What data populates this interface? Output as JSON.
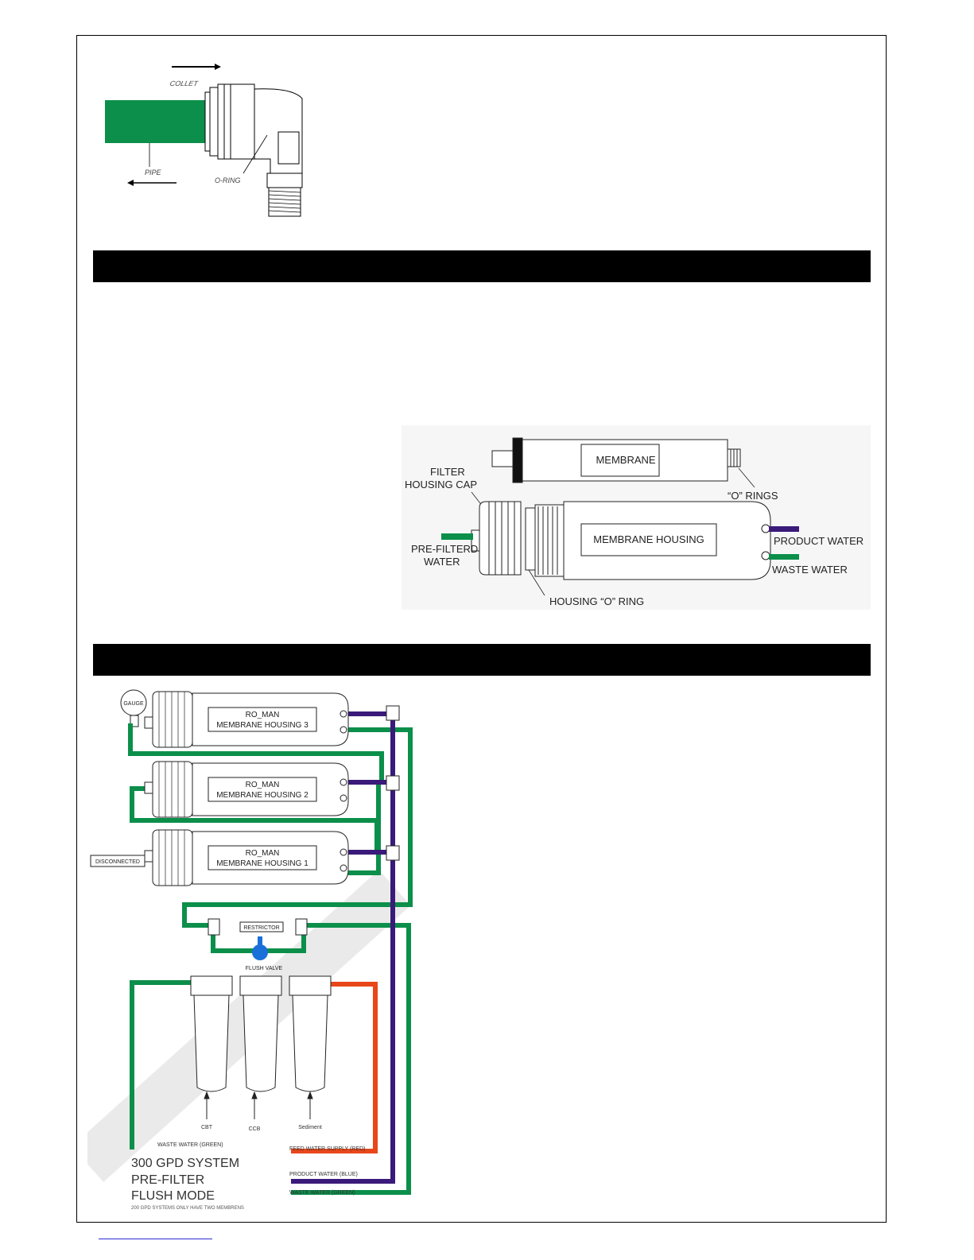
{
  "fitting": {
    "labels": [
      "COLLET",
      "PIPE",
      "O-RING"
    ],
    "colors": {
      "pipe": "#0b8f4a"
    }
  },
  "membrane_diagram": {
    "membrane": "MEMBRANE",
    "o_rings": "“O” RINGS",
    "cap_line1": "FILTER",
    "cap_line2": "HOUSING CAP",
    "housing": "MEMBRANE HOUSING",
    "product_water": "PRODUCT WATER",
    "waste_water": "WASTE WATER",
    "prefiltered_line1": "PRE-FILTERD",
    "prefiltered_line2": "WATER",
    "housing_o_ring": "HOUSING “O” RING",
    "colors": {
      "product": "#3a1a7a",
      "waste": "#0b8f4a"
    }
  },
  "system_diagram": {
    "gauge": "GAUGE",
    "disconnected": "DISCONNECTED",
    "housings": [
      {
        "line1": "RO_MAN",
        "line2": "MEMBRANE HOUSING 3"
      },
      {
        "line1": "RO_MAN",
        "line2": "MEMBRANE HOUSING 2"
      },
      {
        "line1": "RO_MAN",
        "line2": "MEMBRANE HOUSING 1"
      }
    ],
    "restrictor": "RESTRICTOR",
    "flush_valve": "FLUSH VALVE",
    "filters": [
      "CBT",
      "CCB",
      "Sediment"
    ],
    "legend": {
      "waste_top": "WASTE WATER (GREEN)",
      "feed": "FEED WATER SUPPLY (RED)",
      "product": "PRODUCT WATER (BLUE)",
      "waste": "WASTE WATER (GREEN)"
    },
    "title_line1": "300 GPD SYSTEM",
    "title_line2": "PRE-FILTER",
    "title_line3": "FLUSH MODE",
    "note": "200 GPD SYSTEMS ONLY HAVE TWO MEMBRENS",
    "colors": {
      "green": "#0b8f4a",
      "blue": "#3a1a7a",
      "red": "#e8471a",
      "valve": "#1a6fd8"
    }
  }
}
